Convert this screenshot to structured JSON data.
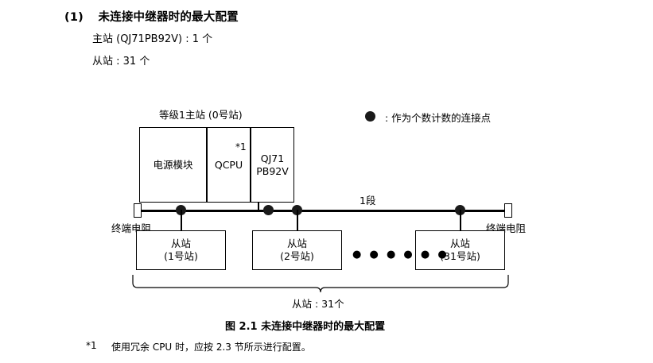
{
  "heading": {
    "number": "(1)",
    "text": "未连接中继器时的最大配置"
  },
  "spec_lines": [
    "主站 (QJ71PB92V) : 1 个",
    "从站 : 31 个"
  ],
  "legend": {
    "symbol": "filled-circle",
    "text": ": 作为个数计数的连接点"
  },
  "diagram": {
    "master_group_label": "等级1主站 (0号站)",
    "master_modules": [
      {
        "name": "power-module",
        "label": "电源模块"
      },
      {
        "name": "qcpu-module",
        "label": "QCPU"
      },
      {
        "name": "qj71pb92v-module",
        "label": "QJ71\nPB92V"
      }
    ],
    "footnote_marker": "*1",
    "segment_label": "1段",
    "terminator_left": "终端电阻",
    "terminator_right": "终端电阻",
    "slaves": [
      {
        "title": "从站",
        "station": "(1号站)"
      },
      {
        "title": "从站",
        "station": "(2号站)"
      },
      {
        "title": "从站",
        "station": "(31号站)"
      }
    ],
    "ellipsis": "● ● ● ● ● ●",
    "brace_label": "从站 : 31个"
  },
  "figure_caption": "图 2.1  未连接中继器时的最大配置",
  "footnote": {
    "marker": "*1",
    "text": "使用冗余 CPU 时，应按 2.3 节所示进行配置。"
  }
}
